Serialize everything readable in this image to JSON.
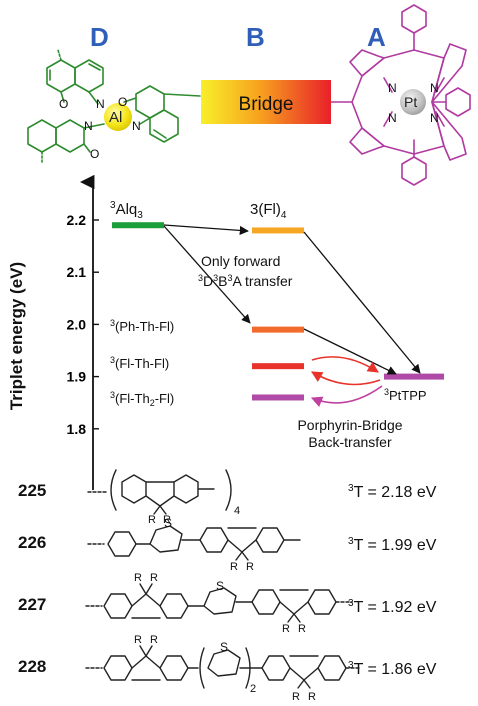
{
  "header": {
    "donor_letter": "D",
    "bridge_letter": "B",
    "acceptor_letter": "A",
    "bridge_label": "Bridge",
    "al_label": "Al",
    "pt_label": "Pt"
  },
  "atoms": {
    "o": "O",
    "n": "N",
    "s": "S",
    "r": "R"
  },
  "axis": {
    "label": "Triplet energy (eV)",
    "ticks": [
      "2.2",
      "2.1",
      "2.0",
      "1.9",
      "1.8"
    ]
  },
  "levels": {
    "alq3": {
      "sup": "3",
      "text": "Alq",
      "sub": "3",
      "energy": 2.19,
      "color": "#1a9e3a"
    },
    "fl4": {
      "text": "3(Fl)",
      "sub": "4",
      "energy": 2.18,
      "color": "#f5a623"
    },
    "phthfl": {
      "sup": "3",
      "text": "(Ph-Th-Fl)",
      "energy": 1.99,
      "color": "#f26b2c"
    },
    "flthfl": {
      "sup": "3",
      "text": "(Fl-Th-Fl)",
      "energy": 1.92,
      "color": "#e8322a"
    },
    "flth2fl": {
      "sup": "3",
      "text": "(Fl-Th",
      "sub": "2",
      "text2": "-Fl)",
      "energy": 1.86,
      "color": "#b04aa7"
    },
    "pttpp": {
      "sup": "3",
      "text": "PtTPP",
      "energy": 1.9,
      "color": "#b04aa7"
    }
  },
  "annotations": {
    "forward_line1": "Only forward",
    "forward_line2_sup1": "3",
    "forward_line2_a": "D",
    "forward_line2_sup2": "3",
    "forward_line2_b": "B",
    "forward_line2_sup3": "3",
    "forward_line2_c": "A transfer",
    "back_line1": "Porphyrin-Bridge",
    "back_line2": "Back-transfer"
  },
  "compounds": [
    {
      "id": "225",
      "sup": "3",
      "energy_label": "T = 2.18 eV",
      "subscript": "4"
    },
    {
      "id": "226",
      "sup": "3",
      "energy_label": "T = 1.99 eV"
    },
    {
      "id": "227",
      "sup": "3",
      "energy_label": "T = 1.92 eV"
    },
    {
      "id": "228",
      "sup": "3",
      "energy_label": "T = 1.86 eV",
      "subscript": "2"
    }
  ]
}
